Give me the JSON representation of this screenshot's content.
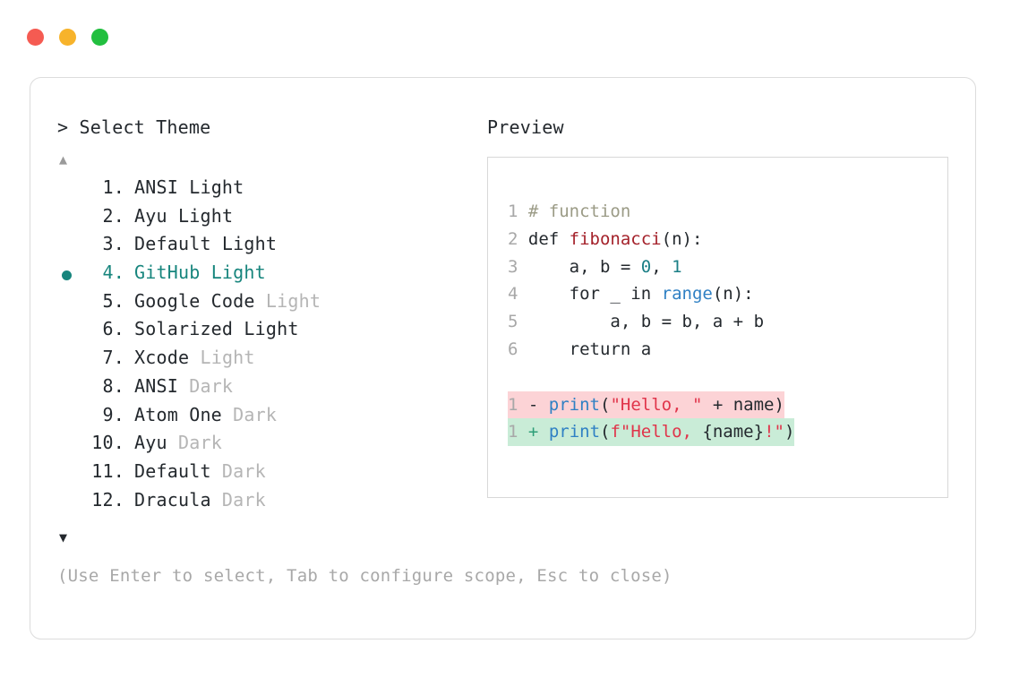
{
  "window": {
    "dots": [
      {
        "name": "close-dot",
        "color": "#f55b52"
      },
      {
        "name": "minimize-dot",
        "color": "#f7b32b"
      },
      {
        "name": "maximize-dot",
        "color": "#22bf3f"
      }
    ]
  },
  "prompt": {
    "heading": "> Select Theme",
    "preview_heading": "Preview",
    "scroll_up_glyph": "▲",
    "scroll_down_glyph": "▼",
    "selected_index": 4,
    "selection_bullet": "●"
  },
  "themes": [
    {
      "index": "1.",
      "name": "ANSI",
      "variant": "Light",
      "variant_muted": false,
      "selected": false
    },
    {
      "index": "2.",
      "name": "Ayu",
      "variant": "Light",
      "variant_muted": false,
      "selected": false
    },
    {
      "index": "3.",
      "name": "Default",
      "variant": "Light",
      "variant_muted": false,
      "selected": false
    },
    {
      "index": "4.",
      "name": "GitHub",
      "variant": "Light",
      "variant_muted": false,
      "selected": true
    },
    {
      "index": "5.",
      "name": "Google Code",
      "variant": "Light",
      "variant_muted": true,
      "selected": false
    },
    {
      "index": "6.",
      "name": "Solarized",
      "variant": "Light",
      "variant_muted": false,
      "selected": false
    },
    {
      "index": "7.",
      "name": "Xcode",
      "variant": "Light",
      "variant_muted": true,
      "selected": false
    },
    {
      "index": "8.",
      "name": "ANSI",
      "variant": "Dark",
      "variant_muted": true,
      "selected": false
    },
    {
      "index": "9.",
      "name": "Atom One",
      "variant": "Dark",
      "variant_muted": true,
      "selected": false
    },
    {
      "index": "10.",
      "name": "Ayu",
      "variant": "Dark",
      "variant_muted": true,
      "selected": false
    },
    {
      "index": "11.",
      "name": "Default",
      "variant": "Dark",
      "variant_muted": true,
      "selected": false
    },
    {
      "index": "12.",
      "name": "Dracula",
      "variant": "Dark",
      "variant_muted": true,
      "selected": false
    }
  ],
  "preview": {
    "code_lines": [
      {
        "ln": "1",
        "tokens": [
          {
            "t": "# function",
            "c": "tok-comment"
          }
        ]
      },
      {
        "ln": "2",
        "tokens": [
          {
            "t": "def ",
            "c": ""
          },
          {
            "t": "fibonacci",
            "c": "tok-func"
          },
          {
            "t": "(n):",
            "c": ""
          }
        ]
      },
      {
        "ln": "3",
        "tokens": [
          {
            "t": "    a, b = ",
            "c": ""
          },
          {
            "t": "0",
            "c": "tok-num"
          },
          {
            "t": ", ",
            "c": ""
          },
          {
            "t": "1",
            "c": "tok-num"
          }
        ]
      },
      {
        "ln": "4",
        "tokens": [
          {
            "t": "    for _ in ",
            "c": ""
          },
          {
            "t": "range",
            "c": "tok-builtin"
          },
          {
            "t": "(n):",
            "c": ""
          }
        ]
      },
      {
        "ln": "5",
        "tokens": [
          {
            "t": "        a, b = b, a + b",
            "c": ""
          }
        ]
      },
      {
        "ln": "6",
        "tokens": [
          {
            "t": "    return a",
            "c": ""
          }
        ]
      }
    ],
    "diff_lines": [
      {
        "ln": "1",
        "kind": "diff-del",
        "tokens": [
          {
            "t": " - ",
            "c": ""
          },
          {
            "t": "print",
            "c": "tok-builtin"
          },
          {
            "t": "(",
            "c": ""
          },
          {
            "t": "\"Hello, \"",
            "c": "tok-string"
          },
          {
            "t": " + name)",
            "c": ""
          }
        ]
      },
      {
        "ln": "1",
        "kind": "diff-add",
        "tokens": [
          {
            "t": " ",
            "c": ""
          },
          {
            "t": "+",
            "c": "tok-plus"
          },
          {
            "t": " ",
            "c": ""
          },
          {
            "t": "print",
            "c": "tok-builtin"
          },
          {
            "t": "(",
            "c": ""
          },
          {
            "t": "f\"Hello, ",
            "c": "tok-string"
          },
          {
            "t": "{name}",
            "c": ""
          },
          {
            "t": "!\"",
            "c": "tok-string"
          },
          {
            "t": ")",
            "c": ""
          }
        ]
      }
    ]
  },
  "footer": {
    "hint": "(Use Enter to select, Tab to configure scope, Esc to close)"
  }
}
